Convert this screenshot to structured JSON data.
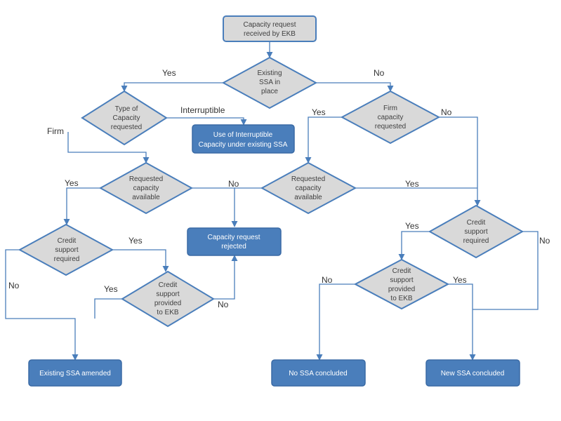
{
  "nodes": {
    "start": [
      "Capacity request",
      "received by EKB"
    ],
    "d_ssa": [
      "Existing",
      "SSA in",
      "place"
    ],
    "d_type": [
      "Type of",
      "Capacity",
      "requested"
    ],
    "interruptible": [
      "Use of Interruptible",
      "Capacity under existing SSA"
    ],
    "d_firm": [
      "Firm",
      "capacity",
      "requested"
    ],
    "d_avail_left": [
      "Requested",
      "capacity",
      "available"
    ],
    "d_avail_right": [
      "Requested",
      "capacity",
      "available"
    ],
    "d_credit_left": [
      "Credit",
      "support",
      "required"
    ],
    "rejected": [
      "Capacity request",
      "rejected"
    ],
    "d_credit_right": [
      "Credit",
      "support",
      "required"
    ],
    "d_provided_left": [
      "Credit",
      "support",
      "provided",
      "to EKB"
    ],
    "d_provided_right": [
      "Credit",
      "support",
      "provided",
      "to EKB"
    ],
    "amended": [
      "Existing SSA amended"
    ],
    "no_ssa": [
      "No SSA concluded"
    ],
    "new_ssa": [
      "New SSA concluded"
    ]
  },
  "edge_labels": {
    "ssa_yes": "Yes",
    "ssa_no": "No",
    "type_interruptible": "Interruptible",
    "type_firm": "Firm",
    "firm_yes": "Yes",
    "firm_no": "No",
    "avail_left_yes": "Yes",
    "avail_left_no": "No",
    "avail_right_yes": "Yes",
    "credit_left_yes": "Yes",
    "credit_left_no": "No",
    "provided_left_yes": "Yes",
    "provided_left_no": "No",
    "credit_right_yes": "Yes",
    "credit_right_no": "No",
    "provided_right_no": "No",
    "provided_right_yes": "Yes"
  },
  "colors": {
    "start_fill": "#d9d9d9",
    "start_stroke": "#4a7ebb",
    "decision_fill": "#d9d9d9",
    "decision_stroke": "#4a7ebb",
    "terminal_fill": "#4a7ebb",
    "terminal_stroke": "#3a6aa5",
    "edge": "#4a7ebb"
  }
}
